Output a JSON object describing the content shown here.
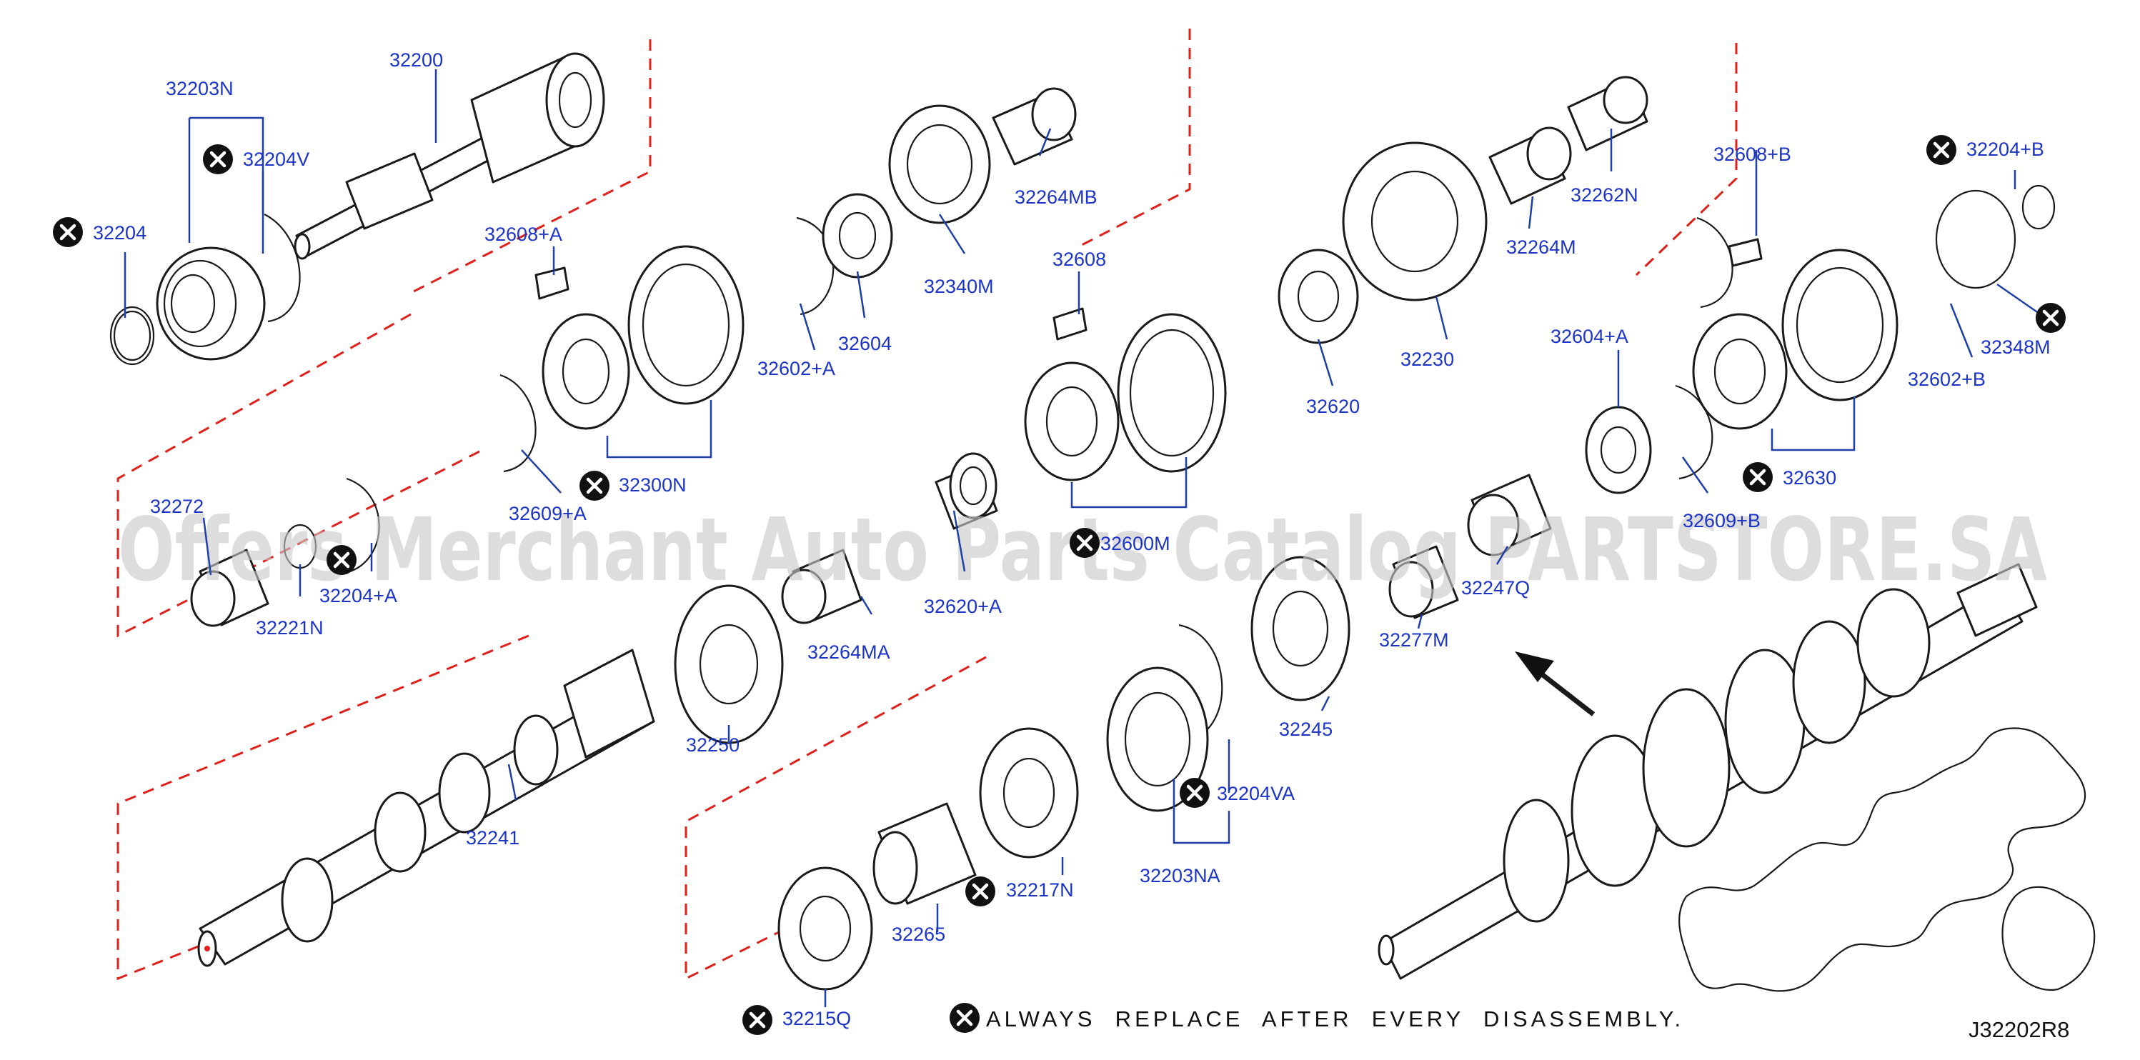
{
  "diagram": {
    "reference_code": "J32202R8",
    "legend_text": "ALWAYS  REPLACE  AFTER  EVERY  DISASSEMBLY.",
    "watermark": "Offers Merchant Auto Parts Catalog PARTSTORE.SA",
    "colors": {
      "label": "#1c34c8",
      "leader": "#1e3fa8",
      "dash": "#e0201a",
      "ink": "#1a1a1a"
    },
    "parts": [
      {
        "id": "p32200",
        "label": "32200",
        "replace": false
      },
      {
        "id": "p32203N",
        "label": "32203N",
        "replace": false
      },
      {
        "id": "p32204V",
        "label": "32204V",
        "replace": true
      },
      {
        "id": "p32204",
        "label": "32204",
        "replace": true
      },
      {
        "id": "p32608A",
        "label": "32608+A",
        "replace": false
      },
      {
        "id": "p32264MB",
        "label": "32264MB",
        "replace": false
      },
      {
        "id": "p32340M",
        "label": "32340M",
        "replace": false
      },
      {
        "id": "p32604",
        "label": "32604",
        "replace": false
      },
      {
        "id": "p32602A",
        "label": "32602+A",
        "replace": false
      },
      {
        "id": "p32300N",
        "label": "32300N",
        "replace": true
      },
      {
        "id": "p32609A",
        "label": "32609+A",
        "replace": false
      },
      {
        "id": "p32272",
        "label": "32272",
        "replace": false
      },
      {
        "id": "p32204A",
        "label": "32204+A",
        "replace": true
      },
      {
        "id": "p32221N",
        "label": "32221N",
        "replace": false
      },
      {
        "id": "p32608",
        "label": "32608",
        "replace": false
      },
      {
        "id": "p32600M",
        "label": "32600M",
        "replace": true
      },
      {
        "id": "p32262N",
        "label": "32262N",
        "replace": false
      },
      {
        "id": "p32264M",
        "label": "32264M",
        "replace": false
      },
      {
        "id": "p32230",
        "label": "32230",
        "replace": false
      },
      {
        "id": "p32620",
        "label": "32620",
        "replace": false
      },
      {
        "id": "p32608B",
        "label": "32608+B",
        "replace": false
      },
      {
        "id": "p32204B",
        "label": "32204+B",
        "replace": true
      },
      {
        "id": "p32348M",
        "label": "32348M",
        "replace": true
      },
      {
        "id": "p32602B",
        "label": "32602+B",
        "replace": false
      },
      {
        "id": "p32604A",
        "label": "32604+A",
        "replace": false
      },
      {
        "id": "p32630",
        "label": "32630",
        "replace": true
      },
      {
        "id": "p32609B",
        "label": "32609+B",
        "replace": false
      },
      {
        "id": "p32247Q",
        "label": "32247Q",
        "replace": false
      },
      {
        "id": "p32277M",
        "label": "32277M",
        "replace": false
      },
      {
        "id": "p32620A",
        "label": "32620+A",
        "replace": false
      },
      {
        "id": "p32264MA",
        "label": "32264MA",
        "replace": false
      },
      {
        "id": "p32250",
        "label": "32250",
        "replace": false
      },
      {
        "id": "p32241",
        "label": "32241",
        "replace": false
      },
      {
        "id": "p32245",
        "label": "32245",
        "replace": false
      },
      {
        "id": "p32204VA",
        "label": "32204VA",
        "replace": true
      },
      {
        "id": "p32203NA",
        "label": "32203NA",
        "replace": false
      },
      {
        "id": "p32217N",
        "label": "32217N",
        "replace": true
      },
      {
        "id": "p32265",
        "label": "32265",
        "replace": false
      },
      {
        "id": "p32215Q",
        "label": "32215Q",
        "replace": true
      }
    ]
  }
}
